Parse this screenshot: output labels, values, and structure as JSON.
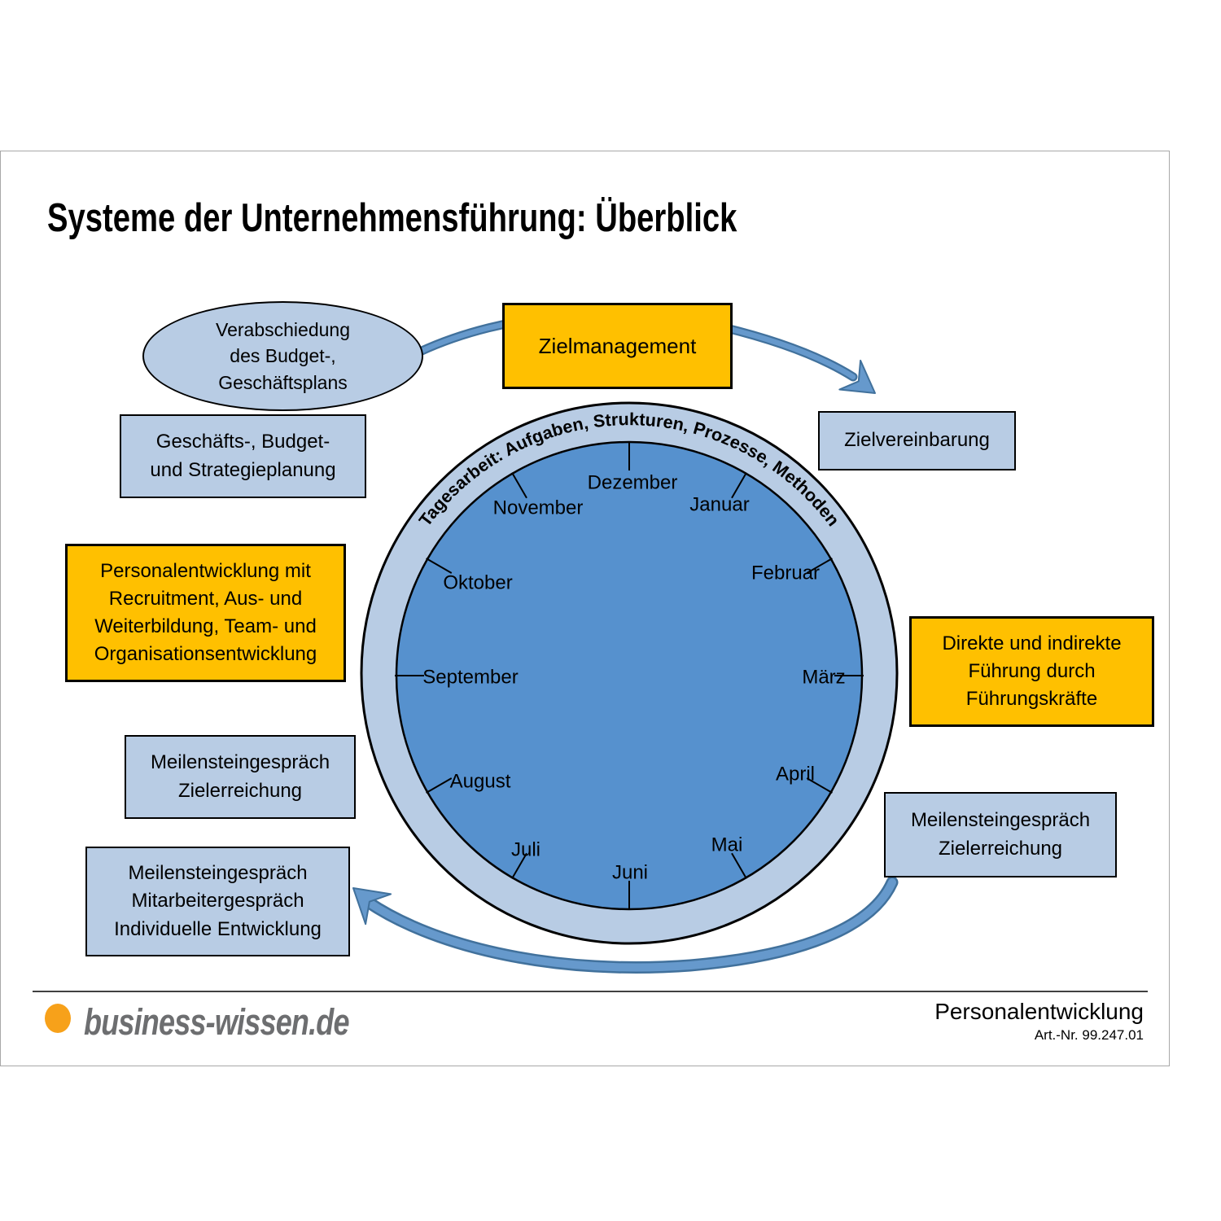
{
  "page": {
    "title": "Systeme der Unternehmensführung: Überblick"
  },
  "diagram": {
    "ellipse_label": "Verabschiedung\ndes Budget-,\nGeschäftsplans",
    "boxes": {
      "zielmanagement": "Zielmanagement",
      "zielvereinbarung": "Zielvereinbarung",
      "geschaefts_budget": "Geschäfts-, Budget-\nund Strategieplanung",
      "personalentwicklung": "Personalentwicklung mit\nRecruitment, Aus- und\nWeiterbildung, Team- und\nOrganisationsentwicklung",
      "direkte_fuehrung": "Direkte und indirekte\nFührung durch\nFührungskräfte",
      "meilenstein_links": "Meilensteingespräch\nZielerreichung",
      "meilenstein_rechts": "Meilensteingespräch\nZielerreichung",
      "meilenstein_unten": "Meilensteingespräch\nMitarbeitergespräch\nIndividuelle Entwicklung"
    },
    "ring_label": "Tagesarbeit: Aufgaben, Strukturen, Prozesse, Methoden",
    "months": [
      "Dezember",
      "Januar",
      "Februar",
      "März",
      "April",
      "Mai",
      "Juni",
      "Juli",
      "August",
      "September",
      "Oktober",
      "November"
    ],
    "colors": {
      "box_blue_light": "#b8cce4",
      "circle_blue": "#5691ce",
      "box_orange": "#ffc000",
      "arrow_blue": "#6699cc",
      "arrow_blue_dark": "#41719c",
      "logo_orange": "#f7a11a"
    }
  },
  "footer": {
    "logo_text": "business-wissen.de",
    "doc_title": "Personalentwicklung",
    "art_no": "Art.-Nr. 99.247.01"
  }
}
